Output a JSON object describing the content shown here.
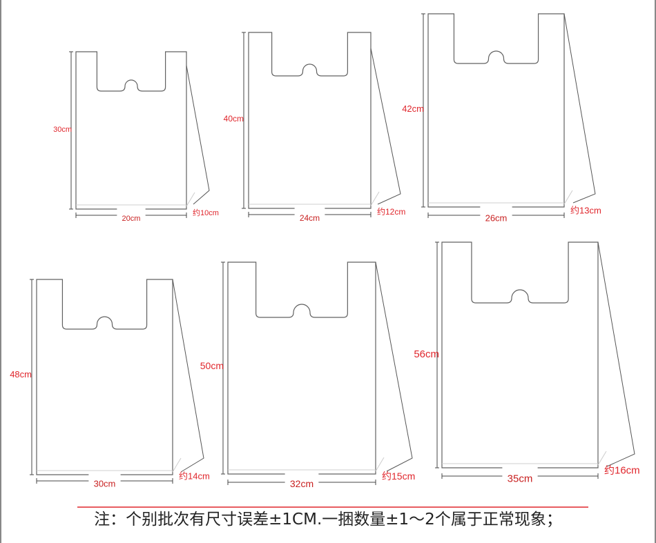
{
  "bags": [
    {
      "height_label": "30cm",
      "width_label": "20cm",
      "depth_label": "约10cm"
    },
    {
      "height_label": "40cm",
      "width_label": "24cm",
      "depth_label": "约12cm"
    },
    {
      "height_label": "42cm",
      "width_label": "26cm",
      "depth_label": "约13cm"
    },
    {
      "height_label": "48cm",
      "width_label": "30cm",
      "depth_label": "约14cm"
    },
    {
      "height_label": "50cm",
      "width_label": "32cm",
      "depth_label": "约15cm"
    },
    {
      "height_label": "56cm",
      "width_label": "35cm",
      "depth_label": "约16cm"
    }
  ],
  "note": "注：个别批次有尺寸误差±1CM.一捆数量±1～2个属于正常现象；",
  "colors": {
    "label": "#e0262c",
    "outline": "#555555",
    "divider": "#e0262c"
  }
}
